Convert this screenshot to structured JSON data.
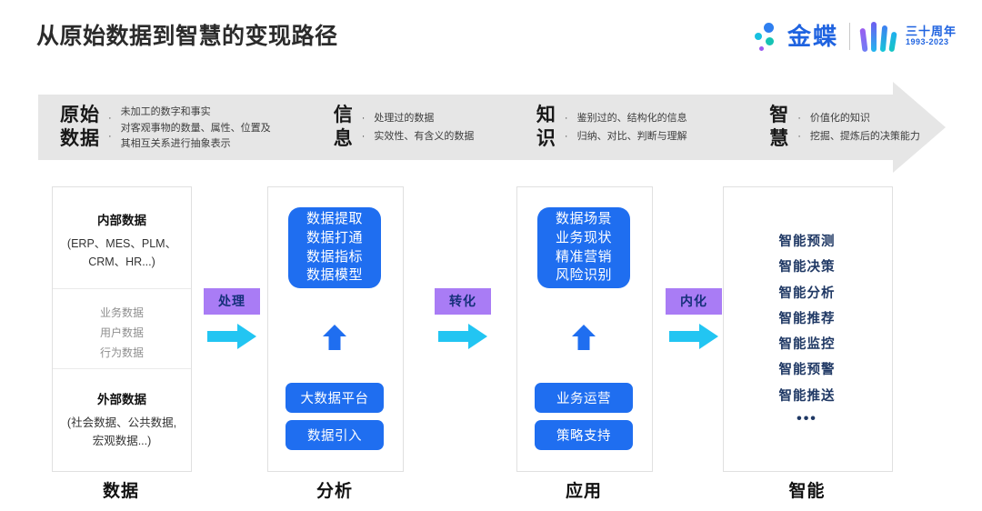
{
  "header": {
    "title": "从原始数据到智慧的变现路径",
    "logo": {
      "brand": "金蝶",
      "anniversary": "三十周年",
      "years": "1993-2023"
    }
  },
  "banner": {
    "stages": [
      {
        "title": "原始\n数据",
        "title_line1": "原始",
        "title_line2": "数据",
        "bullets": [
          "未加工的数字和事实",
          "对客观事物的数量、属性、位置及其相互关系进行抽象表示"
        ]
      },
      {
        "title_line1": "信",
        "title_line2": "息",
        "bullets": [
          "处理过的数据",
          "实效性、有含义的数据"
        ]
      },
      {
        "title_line1": "知",
        "title_line2": "识",
        "bullets": [
          "鉴别过的、结构化的信息",
          "归纳、对比、判断与理解"
        ]
      },
      {
        "title_line1": "智",
        "title_line2": "慧",
        "bullets": [
          "价值化的知识",
          "挖掘、提炼后的决策能力"
        ]
      }
    ]
  },
  "columns": [
    {
      "label": "数据",
      "sections": {
        "internal_heading": "内部数据",
        "internal_sub_line1": "(ERP、MES、PLM、",
        "internal_sub_line2": "CRM、HR...)",
        "middle_items": [
          "业务数据",
          "用户数据",
          "行为数据"
        ],
        "external_heading": "外部数据",
        "external_sub_line1": "(社会数据、公共数据,",
        "external_sub_line2": "宏观数据...)"
      }
    },
    {
      "label": "分析",
      "card_items": [
        "数据提取",
        "数据打通",
        "数据指标",
        "数据模型"
      ],
      "pills": [
        "大数据平台",
        "数据引入"
      ]
    },
    {
      "label": "应用",
      "card_items": [
        "数据场景",
        "业务现状",
        "精准营销",
        "风险识别"
      ],
      "pills": [
        "业务运营",
        "策略支持"
      ]
    },
    {
      "label": "智能",
      "items": [
        "智能预测",
        "智能决策",
        "智能分析",
        "智能推荐",
        "智能监控",
        "智能预警",
        "智能推送"
      ],
      "ellipsis": "•••"
    }
  ],
  "connectors": [
    {
      "label": "处理"
    },
    {
      "label": "转化"
    },
    {
      "label": "内化"
    }
  ],
  "colors": {
    "blue": "#1f6ef0",
    "cyan_arrow": "#22c5f2",
    "badge_purple": "#a97cf5",
    "badge_text": "#15307a",
    "banner_gray": "#e6e6e6",
    "navy_list": "#1f3864"
  }
}
